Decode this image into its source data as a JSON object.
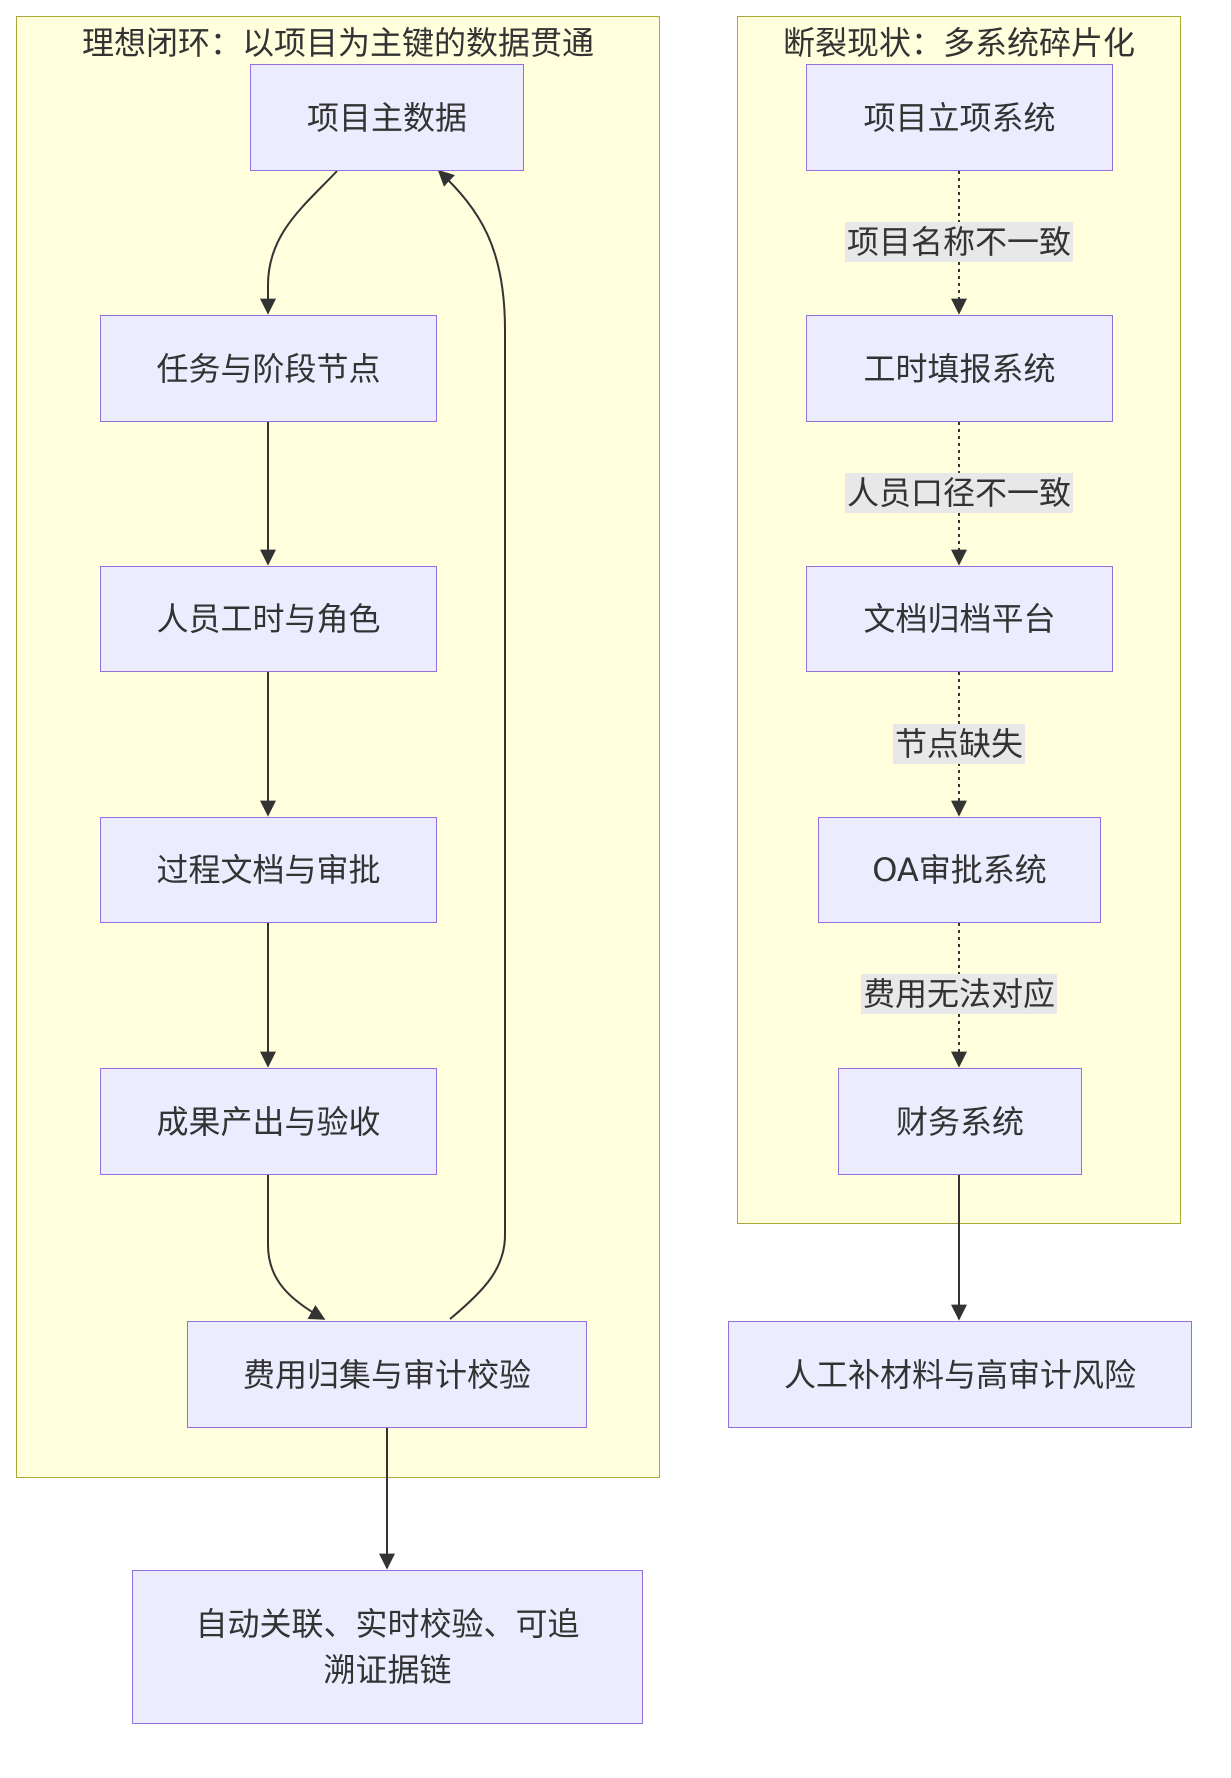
{
  "clusters": {
    "ideal": {
      "title": "理想闭环：以项目为主键的数据贯通"
    },
    "broken": {
      "title": "断裂现状：多系统碎片化"
    }
  },
  "nodes": {
    "project_master": "项目主数据",
    "tasks": "任务与阶段节点",
    "personnel": "人员工时与角色",
    "documents": "过程文档与审批",
    "deliverables": "成果产出与验收",
    "cost_audit": "费用归集与审计校验",
    "outcome_ideal": "自动关联、实时校验、可追溯证据链",
    "initiation_sys": "项目立项系统",
    "timesheet_sys": "工时填报系统",
    "archive_platform": "文档归档平台",
    "oa_sys": "OA审批系统",
    "finance_sys": "财务系统",
    "outcome_broken": "人工补材料与高审计风险"
  },
  "edge_labels": {
    "initiation_to_timesheet": "项目名称不一致",
    "timesheet_to_archive": "人员口径不一致",
    "archive_to_oa": "节点缺失",
    "oa_to_finance": "费用无法对应"
  },
  "colors": {
    "cluster_fill": "#ffffde",
    "cluster_border": "#aaaa33",
    "node_fill": "#ececff",
    "node_border": "#9370db",
    "edge": "#333333",
    "edge_label_bg": "#e8e8e8"
  }
}
